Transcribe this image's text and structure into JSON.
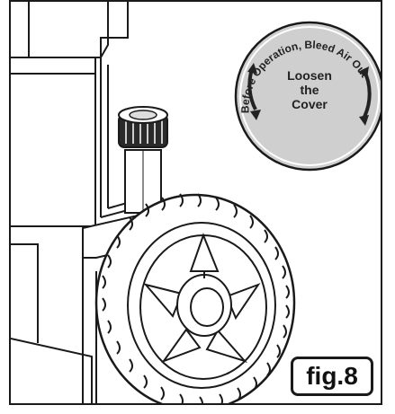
{
  "figure": {
    "label": "fig.8"
  },
  "label_disc": {
    "curved_text": "Before Operation, Bleed Air Out",
    "center_lines": [
      "Loosen",
      "the",
      "Cover"
    ],
    "disc_color": "#cfcfcf",
    "text_color": "#222222"
  },
  "colors": {
    "line": "#1a1a1a",
    "background": "#ffffff",
    "cap_dark": "#222222"
  }
}
